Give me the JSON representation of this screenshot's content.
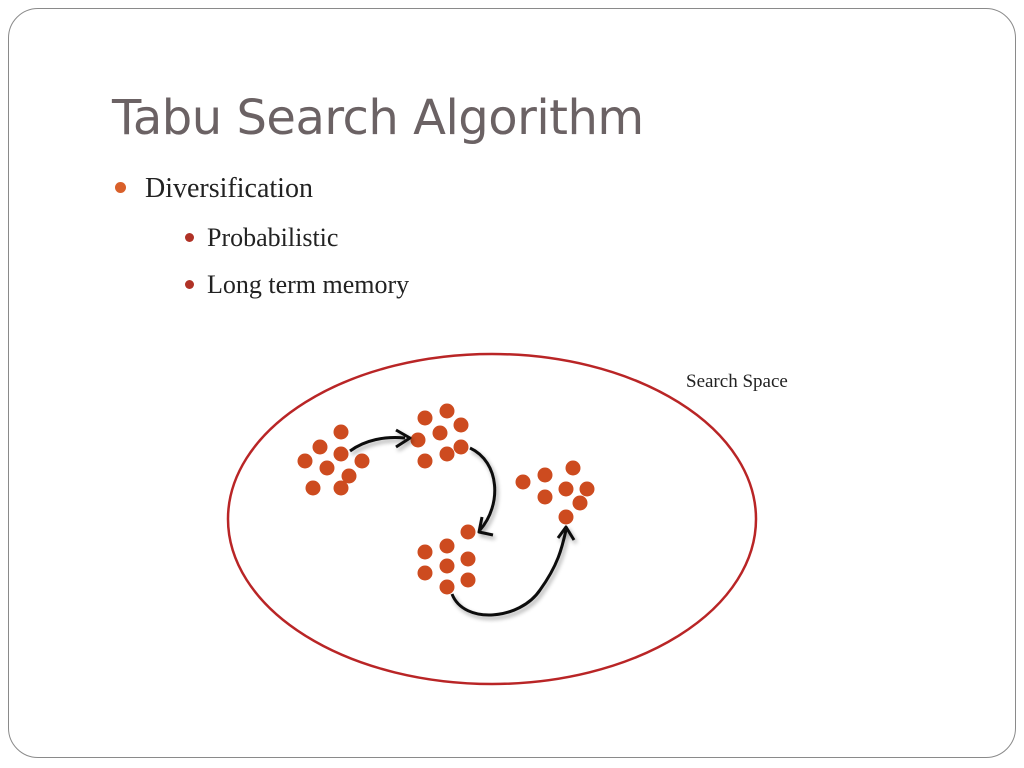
{
  "slide": {
    "title": "Tabu Search Algorithm",
    "bullets": [
      {
        "text": "Diversification",
        "children": [
          "Probabilistic",
          "Long term memory"
        ]
      }
    ]
  },
  "diagram": {
    "label": "Search Space",
    "colors": {
      "ellipse": "#b92526",
      "dot": "#cd4b1f",
      "arrow": "#111111",
      "bullet_primary": "#d9602a",
      "bullet_secondary": "#b03226",
      "title": "#6b6264"
    }
  }
}
